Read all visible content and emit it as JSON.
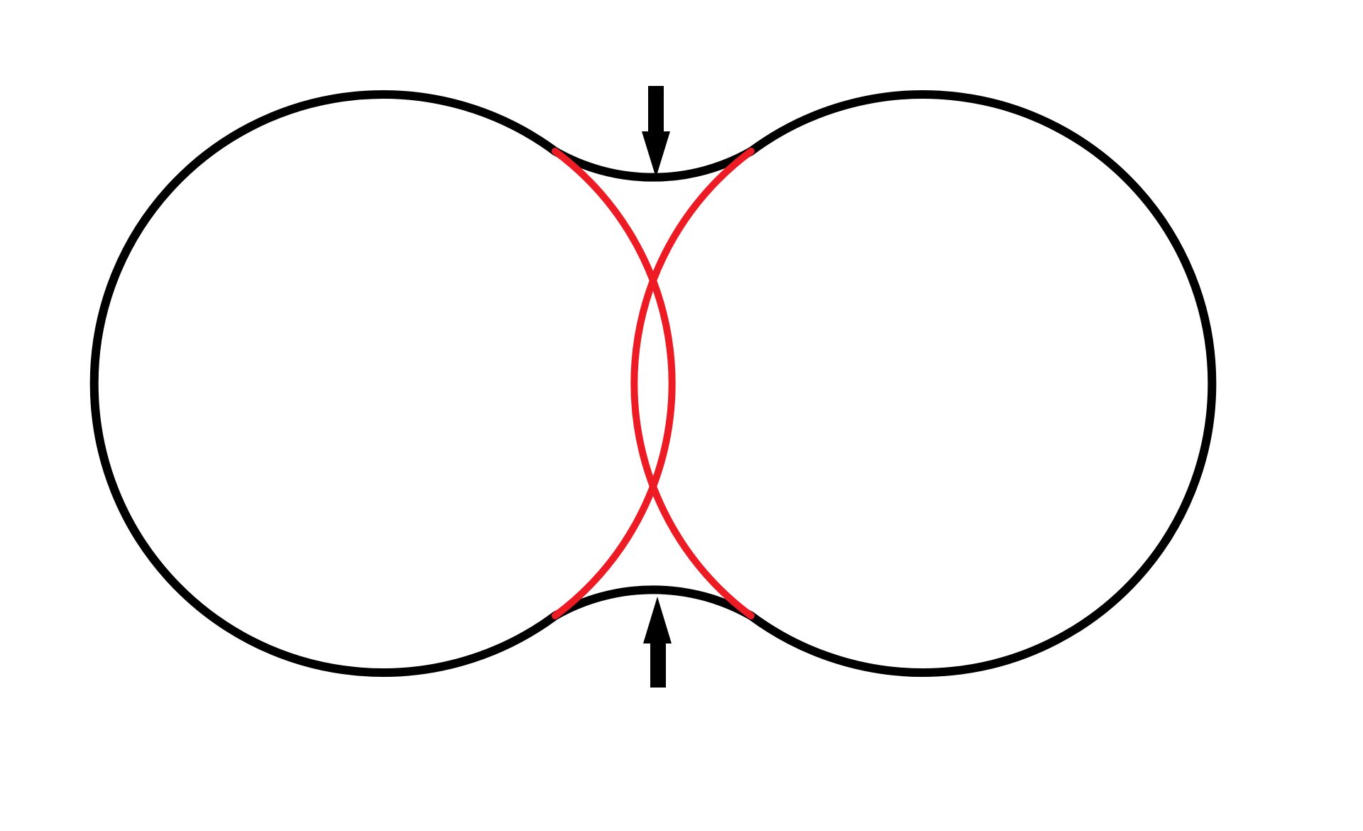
{
  "diagram": {
    "colors": {
      "background": "#ffffff",
      "outline": "#000000",
      "highlight": "#ed1c24",
      "arrow": "#000000"
    },
    "elements": {
      "left_circle": "circle",
      "right_circle": "circle",
      "top_neck": "concave-arc",
      "bottom_neck": "concave-arc",
      "inner_arcs": "overlapping-arcs",
      "top_arrow": "arrow-down",
      "bottom_arrow": "arrow-up"
    },
    "labels": []
  }
}
